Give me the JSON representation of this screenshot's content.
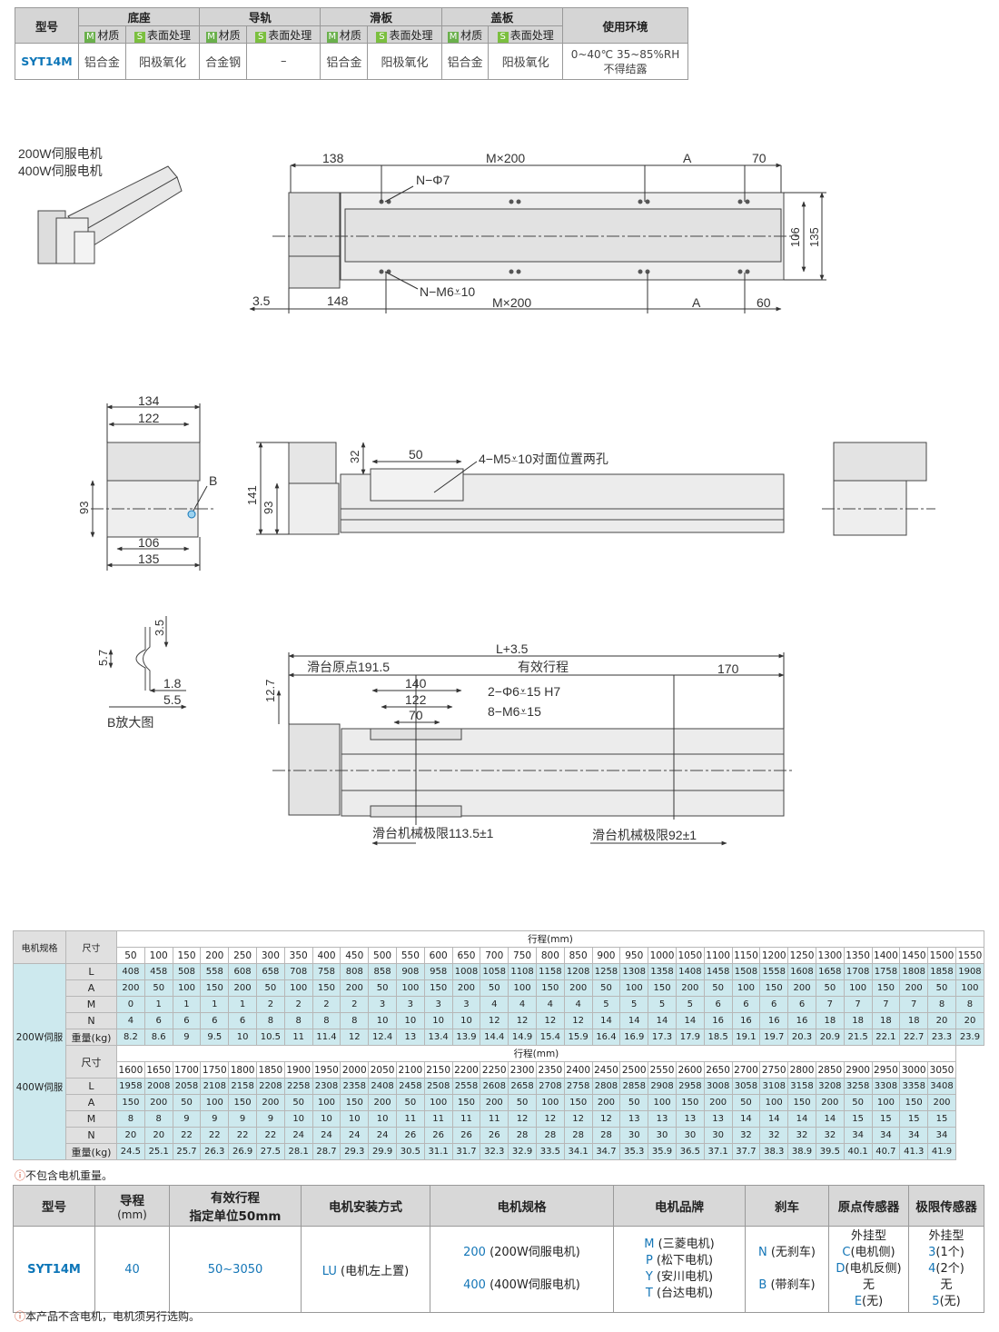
{
  "spec": {
    "headers": {
      "model": "型号",
      "base": "底座",
      "rail": "导轨",
      "slider": "滑板",
      "cover": "盖板",
      "env": "使用环境"
    },
    "sub": {
      "m": "M",
      "m_label": "材质",
      "s": "S",
      "s_label": "表面处理"
    },
    "row": {
      "model": "SYT14M",
      "base_mat": "铝合金",
      "base_surf": "阳极氧化",
      "rail_mat": "合金钢",
      "rail_surf": "–",
      "slider_mat": "铝合金",
      "slider_surf": "阳极氧化",
      "cover_mat": "铝合金",
      "cover_surf": "阳极氧化",
      "env1": "0~40℃ 35~85%RH",
      "env2": "不得结露"
    }
  },
  "drawing": {
    "motor1": "200W伺服电机",
    "motor2": "400W伺服电机",
    "top": {
      "d138": "138",
      "m200_top": "M×200",
      "a_top": "A",
      "d70": "70",
      "hole1": "N−Φ7",
      "d106": "106",
      "d135": "135",
      "hole2": "N−M6⩡10",
      "d3_5": "3.5",
      "d148": "148",
      "m200_bot": "M×200",
      "a_bot": "A",
      "d60": "60"
    },
    "front": {
      "d134": "134",
      "d122": "122",
      "d93": "93",
      "b": "B",
      "d106": "106",
      "d135": "135"
    },
    "side": {
      "d50": "50",
      "hole": "4−M5⩡10对面位置两孔",
      "d32": "32",
      "d141": "141",
      "d93": "93"
    },
    "detail": {
      "d3_5": "3.5",
      "d5_7": "5.7",
      "d1_8": "1.8",
      "d5_5": "5.5",
      "caption": "B放大图"
    },
    "bottom": {
      "l35": "L+3.5",
      "origin": "滑台原点191.5",
      "stroke": "有效行程",
      "d170": "170",
      "d12_7": "12.7",
      "d140": "140",
      "d122": "122",
      "d70": "70",
      "h1": "2−Φ6⩡15 H7",
      "h2": "8−M6⩡15",
      "lim1": "滑台机械极限113.5±1",
      "lim2": "滑台机械极限92±1"
    }
  },
  "dims": {
    "spec_label": "电机规格",
    "size_label": "尺寸",
    "stroke_label": "行程(mm)",
    "motor_200": "200W伺服",
    "motor_400": "400W伺服",
    "row_labels": [
      "L",
      "A",
      "M",
      "N",
      "重量(kg)"
    ],
    "block1": {
      "strokes": [
        "50",
        "100",
        "150",
        "200",
        "250",
        "300",
        "350",
        "400",
        "450",
        "500",
        "550",
        "600",
        "650",
        "700",
        "750",
        "800",
        "850",
        "900",
        "950",
        "1000",
        "1050",
        "1100",
        "1150",
        "1200",
        "1250",
        "1300",
        "1350",
        "1400",
        "1450",
        "1500",
        "1550"
      ],
      "rows": [
        [
          "408",
          "458",
          "508",
          "558",
          "608",
          "658",
          "708",
          "758",
          "808",
          "858",
          "908",
          "958",
          "1008",
          "1058",
          "1108",
          "1158",
          "1208",
          "1258",
          "1308",
          "1358",
          "1408",
          "1458",
          "1508",
          "1558",
          "1608",
          "1658",
          "1708",
          "1758",
          "1808",
          "1858",
          "1908"
        ],
        [
          "200",
          "50",
          "100",
          "150",
          "200",
          "50",
          "100",
          "150",
          "200",
          "50",
          "100",
          "150",
          "200",
          "50",
          "100",
          "150",
          "200",
          "50",
          "100",
          "150",
          "200",
          "50",
          "100",
          "150",
          "200",
          "50",
          "100",
          "150",
          "200",
          "50",
          "100"
        ],
        [
          "0",
          "1",
          "1",
          "1",
          "1",
          "2",
          "2",
          "2",
          "2",
          "3",
          "3",
          "3",
          "3",
          "4",
          "4",
          "4",
          "4",
          "5",
          "5",
          "5",
          "5",
          "6",
          "6",
          "6",
          "6",
          "7",
          "7",
          "7",
          "7",
          "8",
          "8"
        ],
        [
          "4",
          "6",
          "6",
          "6",
          "6",
          "8",
          "8",
          "8",
          "8",
          "10",
          "10",
          "10",
          "10",
          "12",
          "12",
          "12",
          "12",
          "14",
          "14",
          "14",
          "14",
          "16",
          "16",
          "16",
          "16",
          "18",
          "18",
          "18",
          "18",
          "20",
          "20"
        ],
        [
          "8.2",
          "8.6",
          "9",
          "9.5",
          "10",
          "10.5",
          "11",
          "11.4",
          "12",
          "12.4",
          "13",
          "13.4",
          "13.9",
          "14.4",
          "14.9",
          "15.4",
          "15.9",
          "16.4",
          "16.9",
          "17.3",
          "17.9",
          "18.5",
          "19.1",
          "19.7",
          "20.3",
          "20.9",
          "21.5",
          "22.1",
          "22.7",
          "23.3",
          "23.9"
        ]
      ]
    },
    "block2": {
      "strokes": [
        "1600",
        "1650",
        "1700",
        "1750",
        "1800",
        "1850",
        "1900",
        "1950",
        "2000",
        "2050",
        "2100",
        "2150",
        "2200",
        "2250",
        "2300",
        "2350",
        "2400",
        "2450",
        "2500",
        "2550",
        "2600",
        "2650",
        "2700",
        "2750",
        "2800",
        "2850",
        "2900",
        "2950",
        "3000",
        "3050"
      ],
      "rows": [
        [
          "1958",
          "2008",
          "2058",
          "2108",
          "2158",
          "2208",
          "2258",
          "2308",
          "2358",
          "2408",
          "2458",
          "2508",
          "2558",
          "2608",
          "2658",
          "2708",
          "2758",
          "2808",
          "2858",
          "2908",
          "2958",
          "3008",
          "3058",
          "3108",
          "3158",
          "3208",
          "3258",
          "3308",
          "3358",
          "3408"
        ],
        [
          "150",
          "200",
          "50",
          "100",
          "150",
          "200",
          "50",
          "100",
          "150",
          "200",
          "50",
          "100",
          "150",
          "200",
          "50",
          "100",
          "150",
          "200",
          "50",
          "100",
          "150",
          "200",
          "50",
          "100",
          "150",
          "200",
          "50",
          "100",
          "150",
          "200"
        ],
        [
          "8",
          "8",
          "9",
          "9",
          "9",
          "9",
          "10",
          "10",
          "10",
          "10",
          "11",
          "11",
          "11",
          "11",
          "12",
          "12",
          "12",
          "12",
          "13",
          "13",
          "13",
          "13",
          "14",
          "14",
          "14",
          "14",
          "15",
          "15",
          "15",
          "15"
        ],
        [
          "20",
          "20",
          "22",
          "22",
          "22",
          "22",
          "24",
          "24",
          "24",
          "24",
          "26",
          "26",
          "26",
          "26",
          "28",
          "28",
          "28",
          "28",
          "30",
          "30",
          "30",
          "30",
          "32",
          "32",
          "32",
          "32",
          "34",
          "34",
          "34",
          "34"
        ],
        [
          "24.5",
          "25.1",
          "25.7",
          "26.3",
          "26.9",
          "27.5",
          "28.1",
          "28.7",
          "29.3",
          "29.9",
          "30.5",
          "31.1",
          "31.7",
          "32.3",
          "32.9",
          "33.5",
          "34.1",
          "34.7",
          "35.3",
          "35.9",
          "36.5",
          "37.1",
          "37.7",
          "38.3",
          "38.9",
          "39.5",
          "40.1",
          "40.7",
          "41.3",
          "41.9"
        ]
      ]
    },
    "note": "不包含电机重量。"
  },
  "order": {
    "headers": {
      "model": "型号",
      "lead": "导程",
      "lead_unit": "(mm)",
      "stroke": "有效行程",
      "stroke_unit": "指定单位50mm",
      "mount": "电机安装方式",
      "motor": "电机规格",
      "brand": "电机品牌",
      "brake": "刹车",
      "origin": "原点传感器",
      "limit": "极限传感器"
    },
    "row": {
      "model": "SYT14M",
      "lead": "40",
      "stroke": "50~3050",
      "mount_code": "LU",
      "mount_text": " (电机左上置)",
      "motor1_code": "200",
      "motor1_text": " (200W伺服电机)",
      "motor2_code": "400",
      "motor2_text": " (400W伺服电机)",
      "brands": [
        {
          "code": "M",
          "text": " (三菱电机)"
        },
        {
          "code": "P",
          "text": " (松下电机)"
        },
        {
          "code": "Y",
          "text": " (安川电机)"
        },
        {
          "code": "T",
          "text": " (台达电机)"
        }
      ],
      "brake1_code": "N",
      "brake1_text": " (无刹车)",
      "brake2_code": "B",
      "brake2_text": " (带刹车)",
      "origin_type": "外挂型",
      "origin1_code": "C",
      "origin1_text": "(电机侧)",
      "origin2_code": "D",
      "origin2_text": "(电机反侧)",
      "origin_none": "无",
      "origin3_code": "E",
      "origin3_text": "(无)",
      "limit_type": "外挂型",
      "limit1_code": "3",
      "limit1_text": "(1个)",
      "limit2_code": "4",
      "limit2_text": "(2个)",
      "limit_none": "无",
      "limit3_code": "5",
      "limit3_text": "(无)"
    },
    "note": "本产品不含电机，电机须另行选购。"
  },
  "colors": {
    "accent_blue": "#1476b7",
    "table_blue": "#cde9ee",
    "header_gray": "#d8d8d8",
    "note_red": "#d14b2d",
    "tag_green": "#6ab04c"
  }
}
